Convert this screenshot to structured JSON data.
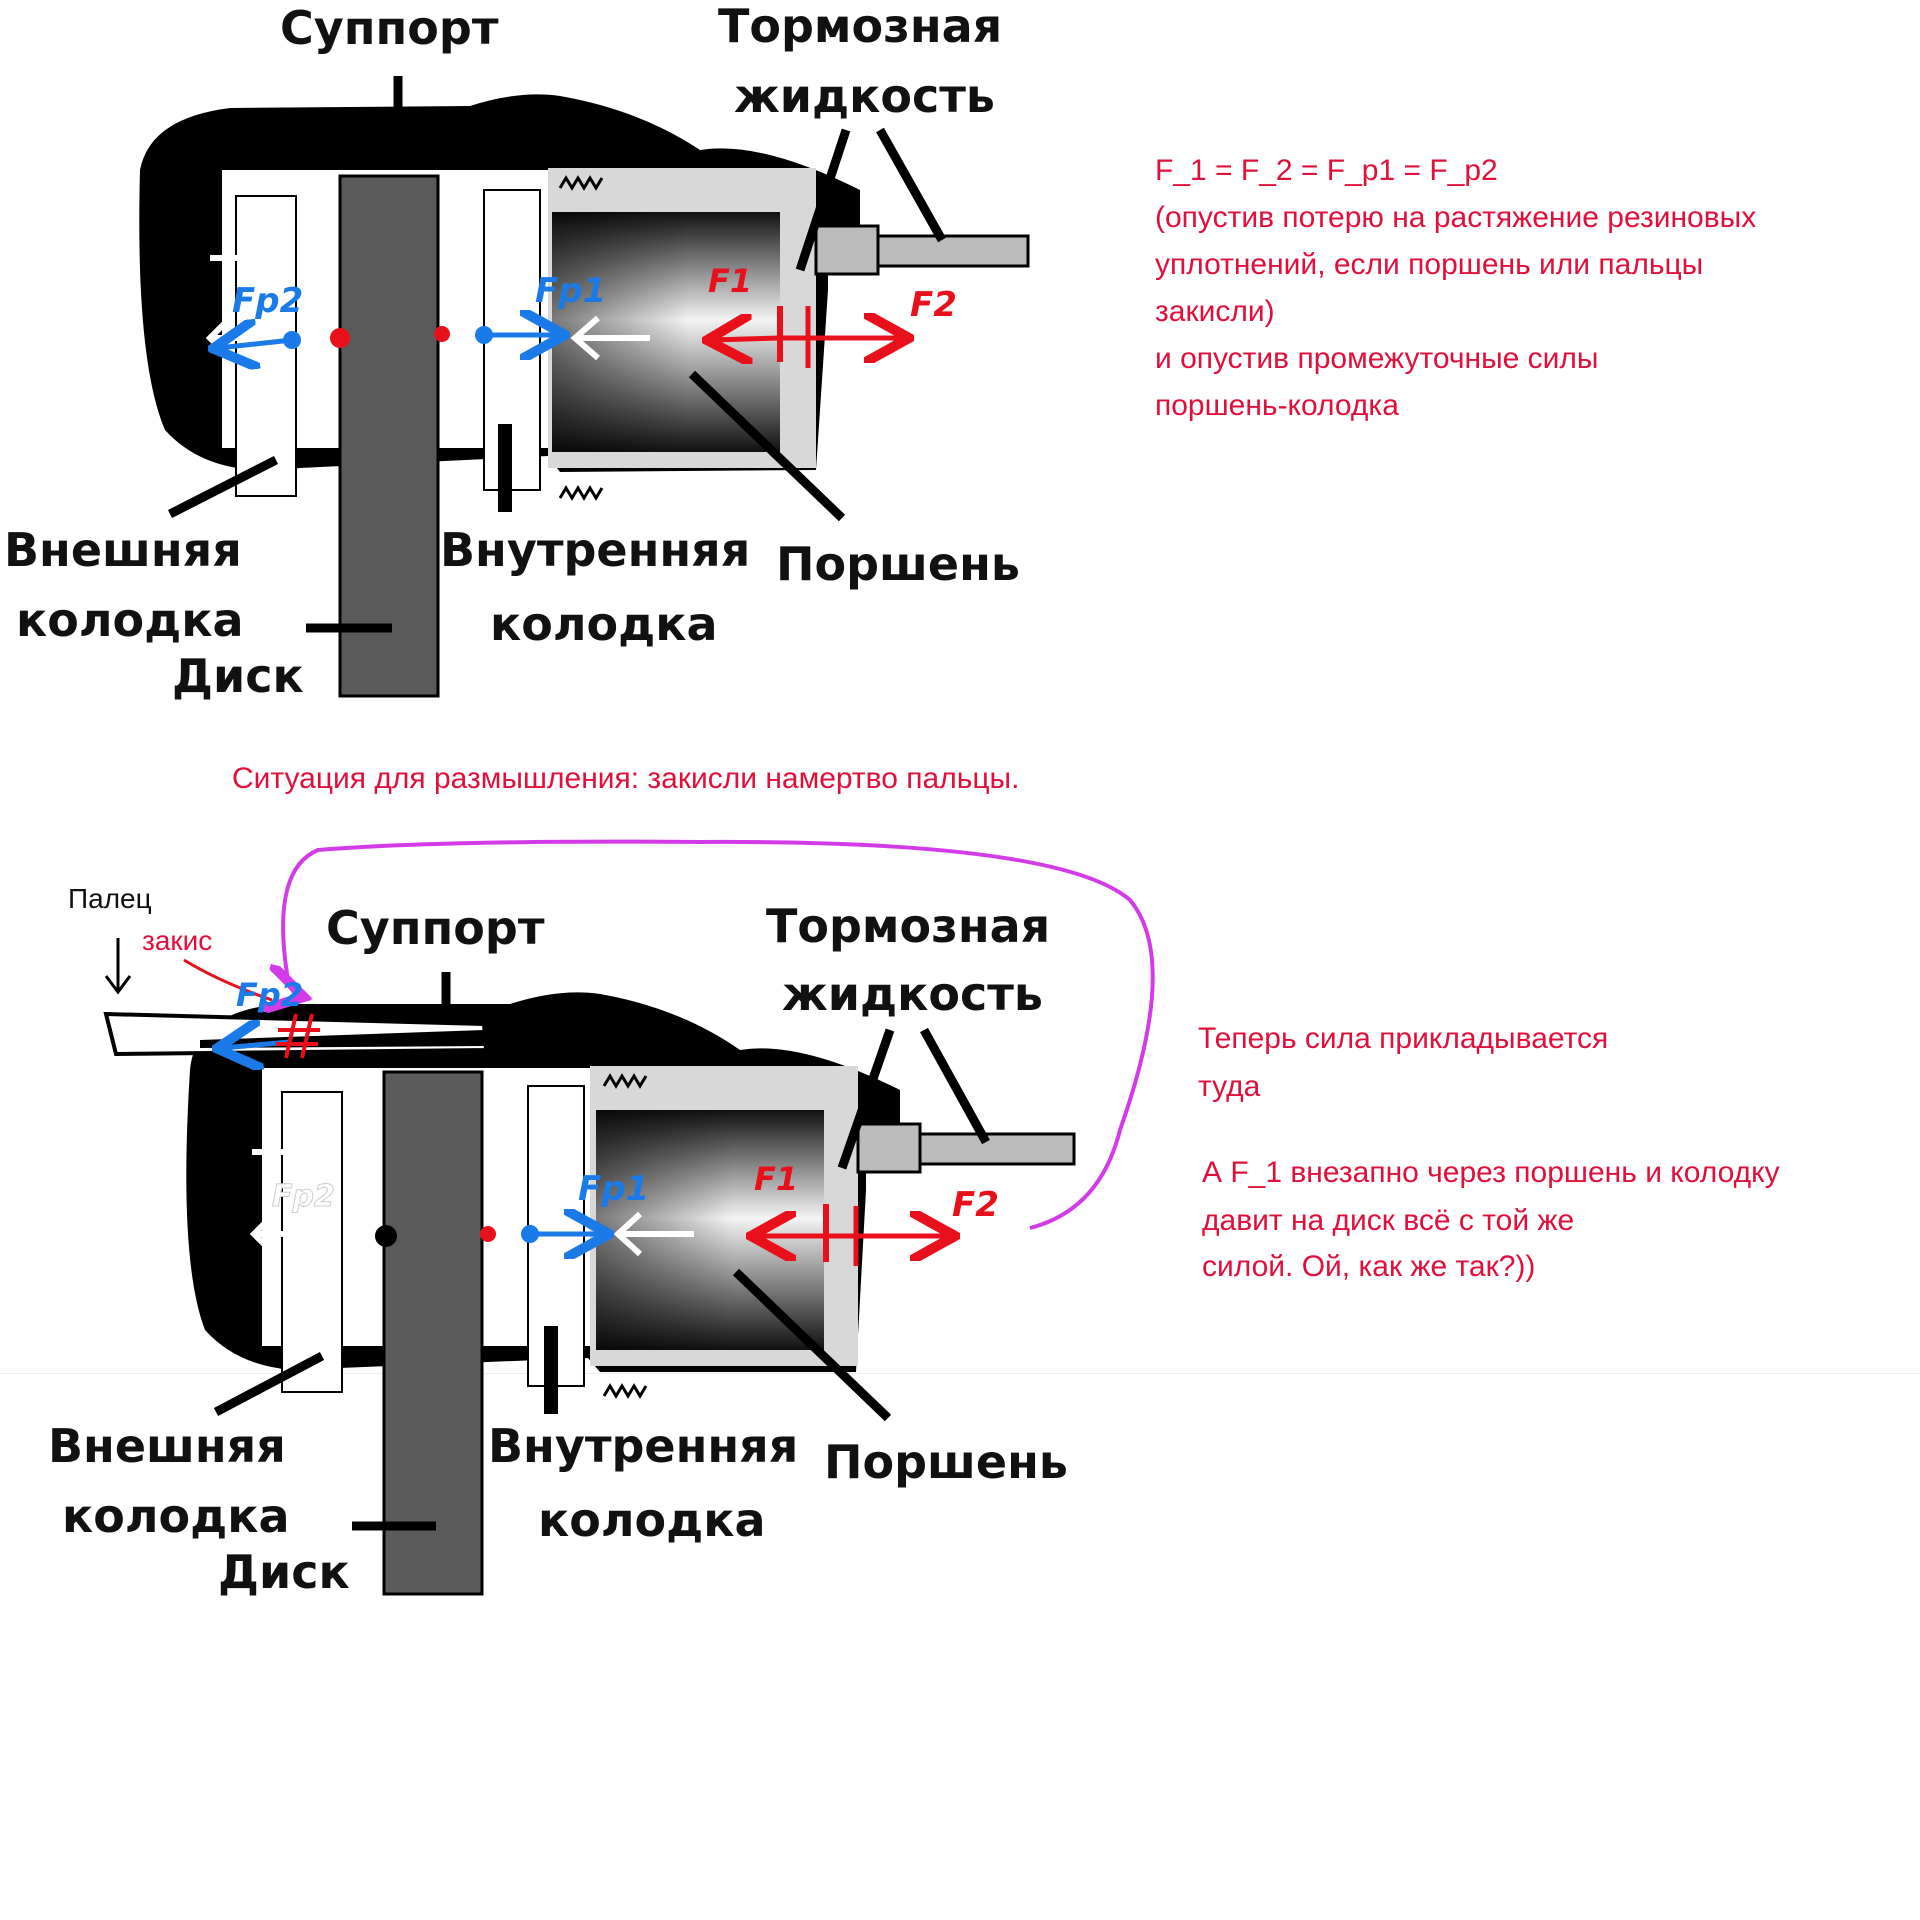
{
  "diagram1": {
    "labels": {
      "caliper": "Суппорт",
      "fluid_line1": "Тормозная",
      "fluid_line2": "жидкость",
      "outer_pad_line1": "Внешняя",
      "outer_pad_line2": "колодка",
      "disc": "Диск",
      "inner_pad_line1": "Внутренняя",
      "inner_pad_line2": "колодка",
      "piston": "Поршень"
    },
    "forces": {
      "fp2": "Fp2",
      "fp1": "Fp1",
      "f1": "F1",
      "f2": "F2"
    }
  },
  "note1": {
    "lines": [
      "F_1 = F_2 = F_p1 = F_p2",
      "(опустив потерю на растяжение резиновых",
      "уплотнений, если поршень или пальцы",
      "закисли)",
      "и опустив промежуточные силы",
      "поршень-колодка"
    ]
  },
  "situation_title": "Ситуация для размышления: закисли намертво пальцы.",
  "diagram2": {
    "labels": {
      "pin": "Палец",
      "rust": "закис",
      "caliper": "Суппорт",
      "fluid_line1": "Тормозная",
      "fluid_line2": "жидкость",
      "outer_pad_line1": "Внешняя",
      "outer_pad_line2": "колодка",
      "disc": "Диск",
      "inner_pad_line1": "Внутренняя",
      "inner_pad_line2": "колодка",
      "piston": "Поршень"
    },
    "forces": {
      "fp2": "Fp2",
      "fp2_faded": "Fp2",
      "fp1": "Fp1",
      "f1": "F1",
      "f2": "F2"
    }
  },
  "note2": {
    "lines": [
      "Теперь сила прикладывается",
      "туда"
    ]
  },
  "note3": {
    "lines": [
      "А F_1 внезапно через поршень и колодку",
      "давит на диск всё с той же",
      "силой. Ой, как же так?))"
    ]
  },
  "colors": {
    "note_red": "#e0103a",
    "force_red": "#e8101a",
    "force_blue": "#1a7be8",
    "curve_magenta": "#d43be8",
    "caliper_black": "#000000",
    "disc_gray": "#5a5a5a"
  }
}
